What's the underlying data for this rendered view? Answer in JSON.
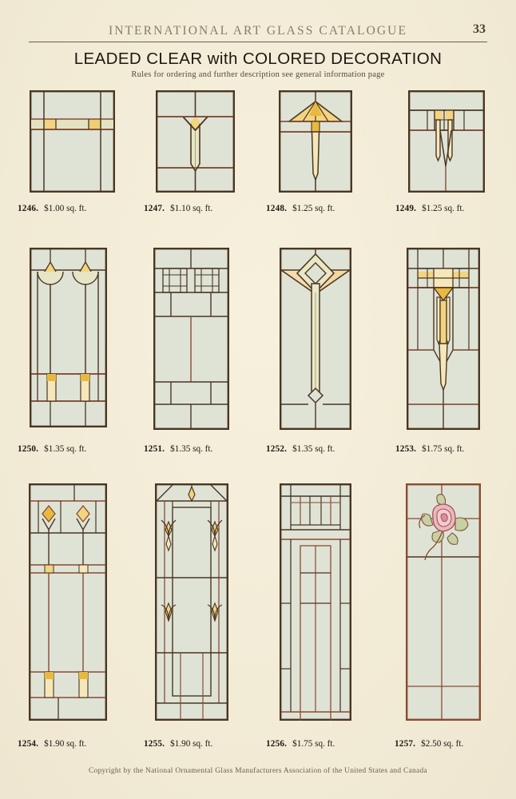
{
  "page": {
    "running_head": "INTERNATIONAL ART GLASS CATALOGUE",
    "folio": "33",
    "title_part1": "LEADED CLEAR",
    "title_with": "with",
    "title_part2": "COLORED DECORATION",
    "subtitle": "Rules for ordering and further description see general information page",
    "copyright": "Copyright by the National Ornamental Glass Manufacturers Association of the United States and Canada"
  },
  "palette": {
    "paper": "#f2ebd6",
    "glass": "#dfe3d6",
    "lead_dark": "#4a3622",
    "lead_red": "#8a4b30",
    "amber": "#f2d481",
    "amber_deep": "#e8b93f",
    "amber_pale": "#f6e7bb",
    "rose_pink": "#e9b9bc",
    "rose_deep": "#c4727c",
    "leaf_green": "#c9cfa4"
  },
  "designs": [
    {
      "id": "1246",
      "number": "1246.",
      "price": "$1.00 sq. ft.",
      "motif": "three-pane with amber band"
    },
    {
      "id": "1247",
      "number": "1247.",
      "price": "$1.10 sq. ft.",
      "motif": "v-chevron with amber diamond stem"
    },
    {
      "id": "1248",
      "number": "1248.",
      "price": "$1.25 sq. ft.",
      "motif": "amber fan with long tapered stem"
    },
    {
      "id": "1249",
      "number": "1249.",
      "price": "$1.25 sq. ft.",
      "motif": "twin stems with amber blocks"
    },
    {
      "id": "1250",
      "number": "1250.",
      "price": "$1.35 sq. ft.",
      "motif": "paired amber tulips with arcs"
    },
    {
      "id": "1251",
      "number": "1251.",
      "price": "$1.35 sq. ft.",
      "motif": "clear prairie grid, no color"
    },
    {
      "id": "1252",
      "number": "1252.",
      "price": "$1.35 sq. ft.",
      "motif": "large diamond with amber wings"
    },
    {
      "id": "1253",
      "number": "1253.",
      "price": "$1.75 sq. ft.",
      "motif": "amber crossbars with plume stems"
    },
    {
      "id": "1254",
      "number": "1254.",
      "price": "$1.90 sq. ft.",
      "motif": "twin amber diamonds with chevrons"
    },
    {
      "id": "1255",
      "number": "1255.",
      "price": "$1.90 sq. ft.",
      "motif": "symmetric leaf buds with chamfers"
    },
    {
      "id": "1256",
      "number": "1256.",
      "price": "$1.75 sq. ft.",
      "motif": "clear prairie grid, tall"
    },
    {
      "id": "1257",
      "number": "1257.",
      "price": "$2.50 sq. ft.",
      "motif": "pink rose with green leaves"
    }
  ]
}
